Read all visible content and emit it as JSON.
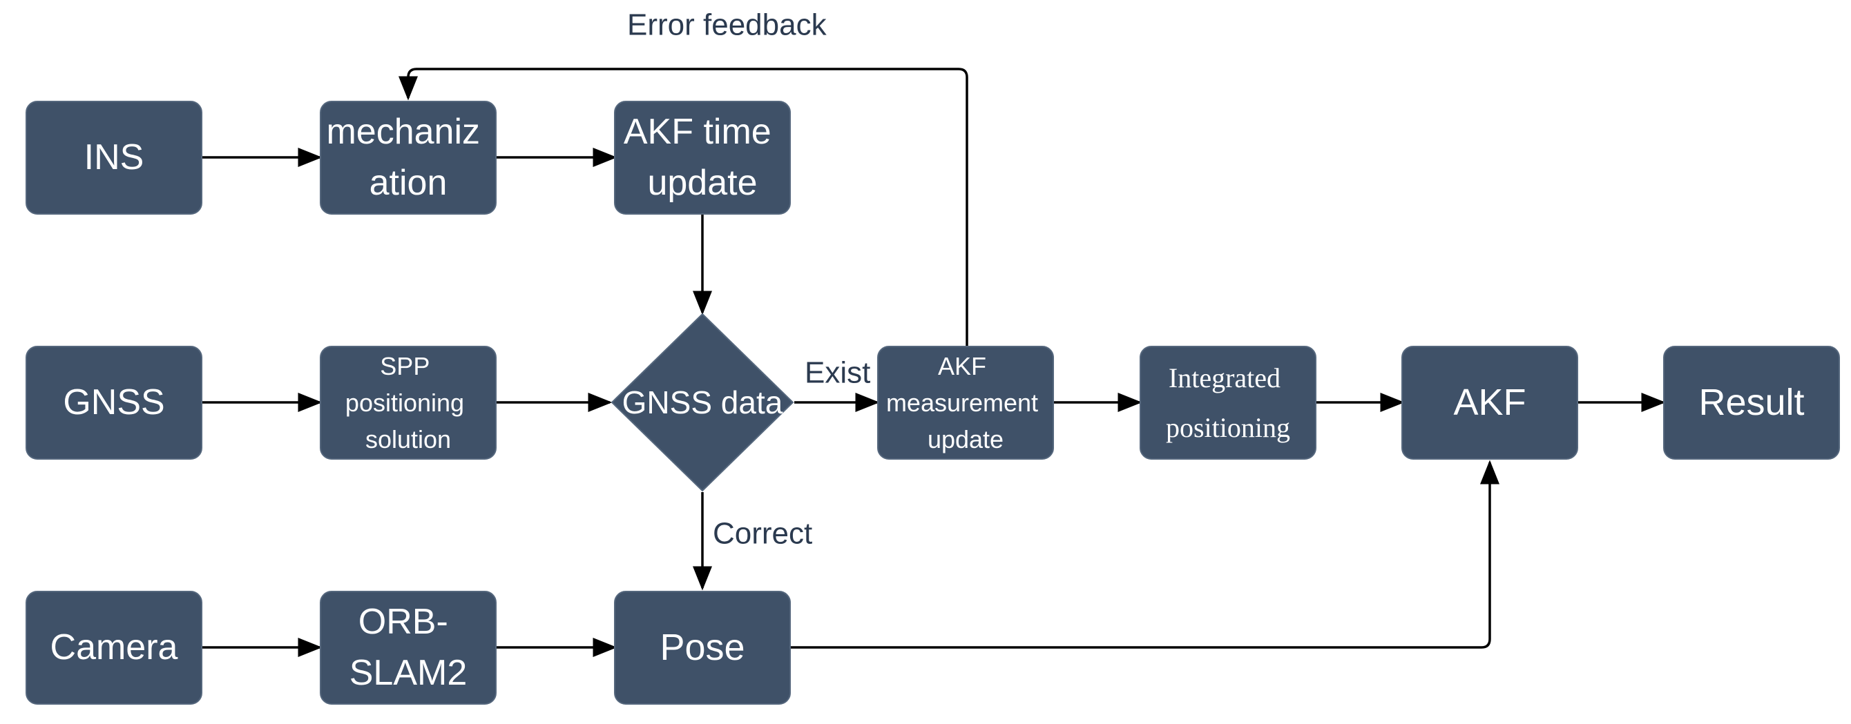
{
  "nodes": {
    "ins": [
      "INS"
    ],
    "mechanization": [
      "mechaniz",
      "ation"
    ],
    "akf_time": [
      "AKF time",
      "update"
    ],
    "gnss": [
      "GNSS"
    ],
    "spp": [
      "SPP",
      "positioning",
      "solution"
    ],
    "gnss_data": [
      "GNSS data"
    ],
    "akf_measurement": [
      "AKF",
      "measurement",
      "update"
    ],
    "integrated": [
      "Integrated",
      "positioning"
    ],
    "akf": [
      "AKF"
    ],
    "result": [
      "Result"
    ],
    "camera": [
      "Camera"
    ],
    "orb": [
      "ORB-",
      "SLAM2"
    ],
    "pose": [
      "Pose"
    ]
  },
  "edge_labels": {
    "error_feedback": "Error feedback",
    "exist": "Exist",
    "correct": "Correct"
  },
  "colors": {
    "box_fill": "#3f5168",
    "box_text": "#ffffff",
    "arrow": "#000000",
    "label_text": "#2b3a4f"
  }
}
